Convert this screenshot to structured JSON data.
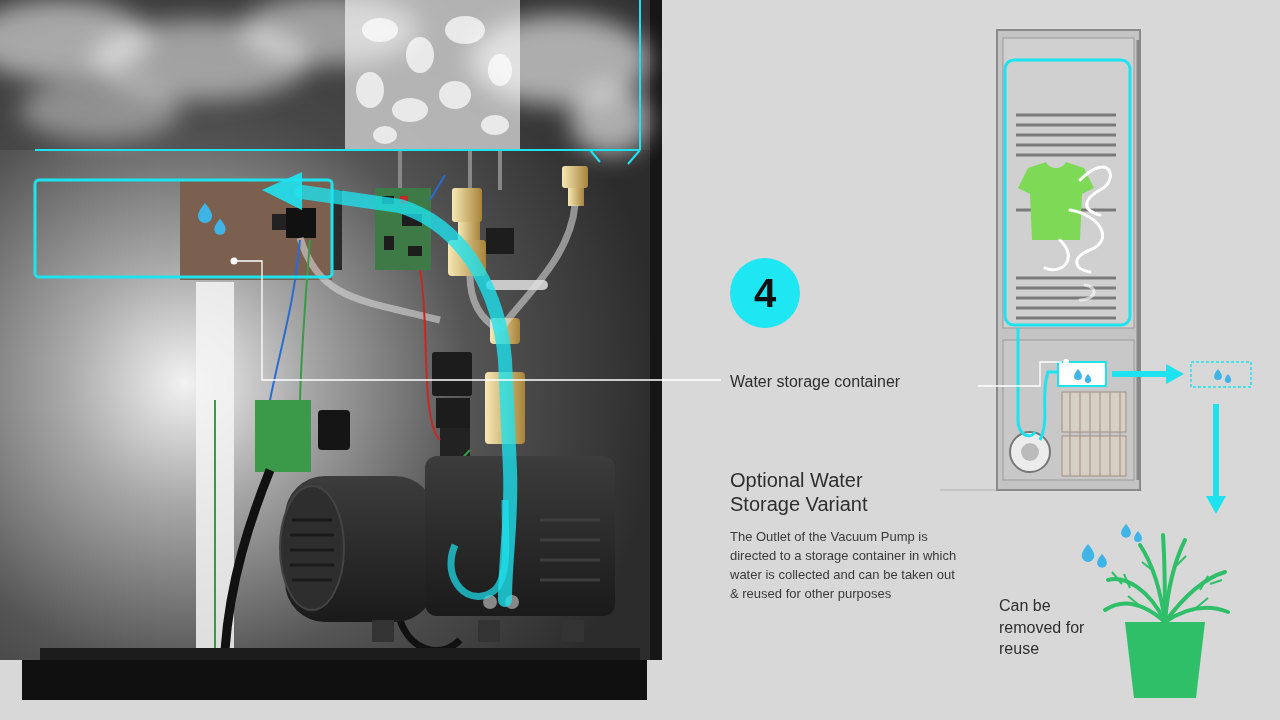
{
  "diagram": {
    "nodes": [
      {
        "text": [
          "4"
        ]
      }
    ],
    "labels": [
      "Water storage container",
      "Optional Water Storage Variant",
      "The Outlet of the Vacuum Pump is directed to a storage container in which water is collected and can be taken out & reused for other purposes",
      "Can be removed for reuse"
    ]
  }
}
